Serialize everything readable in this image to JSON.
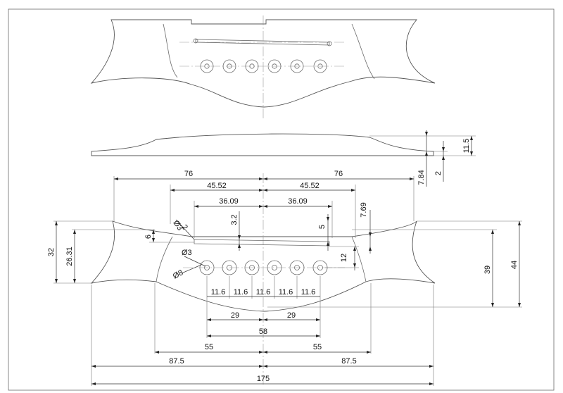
{
  "drawing": {
    "overall_dims": {
      "total_width": "175",
      "half_left": "87.5",
      "half_right": "87.5",
      "width_76_left": "76",
      "width_76_right": "76",
      "saddle_left": "45.52",
      "saddle_right": "45.52",
      "slot_left": "36.09",
      "slot_right": "36.09",
      "pin_span_left": "55",
      "pin_span_right": "55",
      "pin_total": "58",
      "pin_half_left": "29",
      "pin_half_right": "29",
      "pin_spacing": [
        "11.6",
        "11.6",
        "11.6",
        "11.6",
        "11.6"
      ]
    },
    "height_dims": {
      "bridge_height": "11.5",
      "thickness_2": "2",
      "edge_7_84": "7.84",
      "depth_7_69": "7.69",
      "left_32": "32",
      "left_26_31": "26.31",
      "right_39": "39",
      "right_44": "44",
      "slot_offset_6": "6",
      "slot_3_2": "3.2",
      "slot_5": "5",
      "pin_offset_12": "12"
    },
    "diameter_labels": {
      "slot_end": "Ø3",
      "slot_end_sub": "2",
      "pin_hole": "Ø3",
      "pin_circle": "Ø8"
    }
  }
}
